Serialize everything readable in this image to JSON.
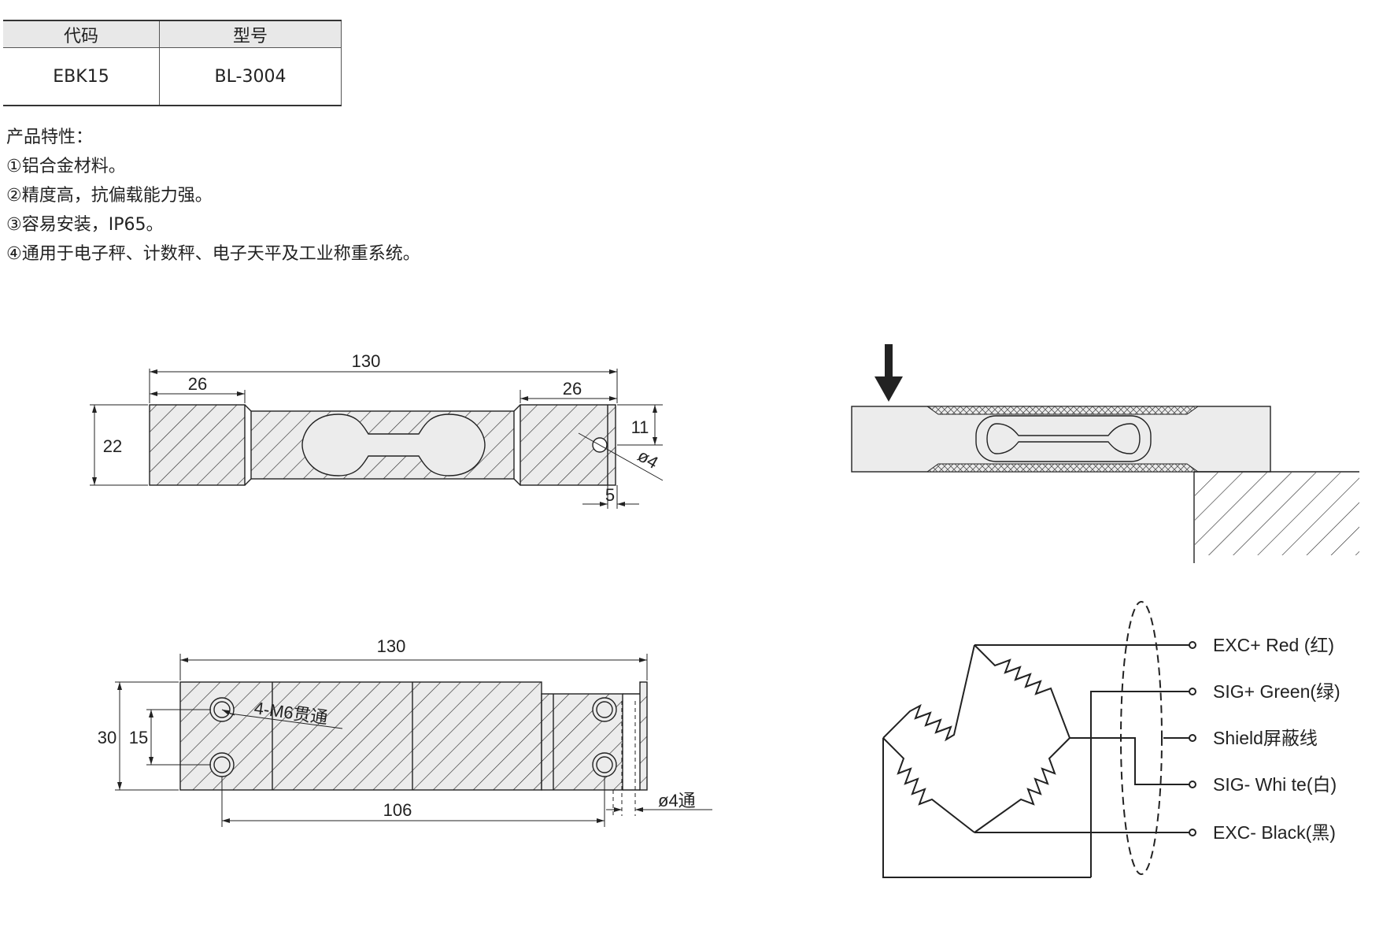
{
  "table": {
    "headers": [
      "代码",
      "型号"
    ],
    "row": [
      "EBK15",
      "BL-3004"
    ]
  },
  "features": {
    "title": "产品特性：",
    "items": [
      "①铝合金材料。",
      "②精度高，抗偏载能力强。",
      "③容易安装，IP65。",
      "④通用于电子秤、计数秤、电子天平及工业称重系统。"
    ]
  },
  "top_view": {
    "overall_length": "130",
    "left_end": "26",
    "right_end": "26",
    "height": "22",
    "hole_offset": "11",
    "hole_dia": "ø4",
    "hole_edge": "5"
  },
  "side_view": {
    "overall_length": "130",
    "height": "30",
    "hole_spacing_v": "15",
    "hole_spacing_h": "106",
    "thread_note": "4-M6贯通",
    "through_hole": "ø4通"
  },
  "wiring": {
    "labels": [
      "EXC+ Red (红)",
      "SIG+ Green(绿)",
      "Shield屏蔽线",
      "SIG- Whi te(白)",
      "EXC- Black(黑)"
    ]
  },
  "colors": {
    "line": "#222222",
    "body_fill": "#ececec",
    "header_fill": "#e8e8e8"
  }
}
